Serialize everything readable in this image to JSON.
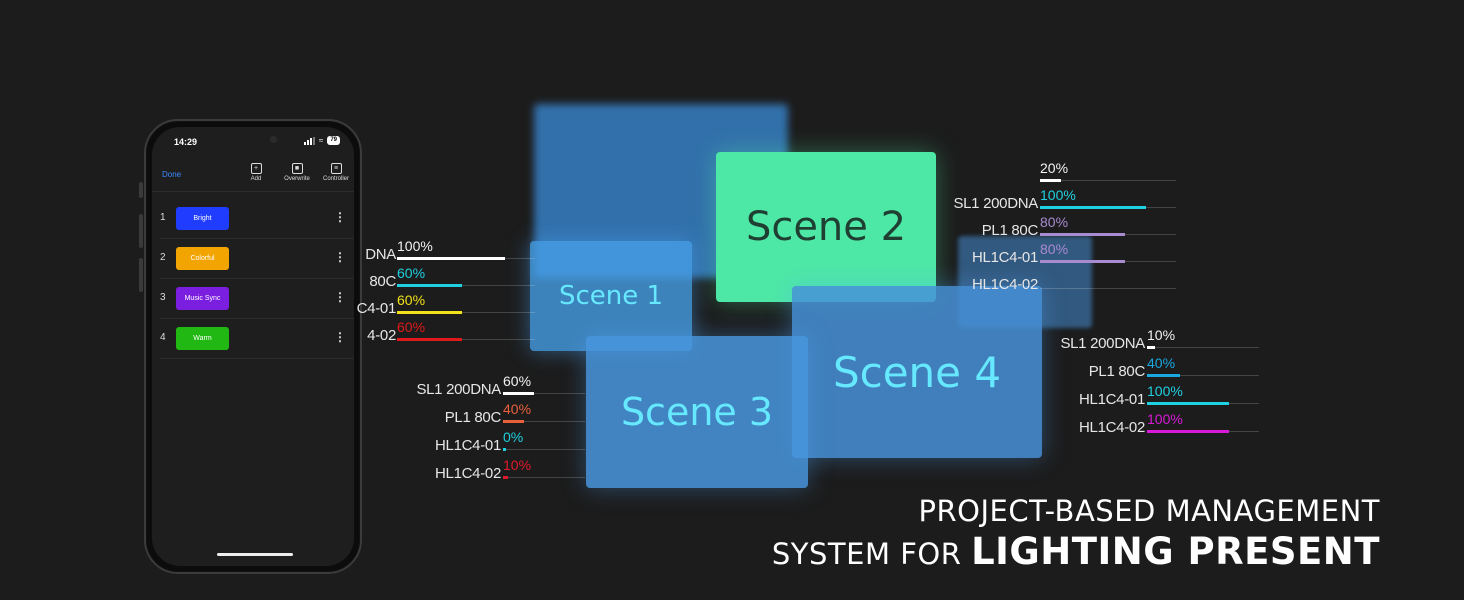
{
  "phone": {
    "time": "14:29",
    "battery": "79",
    "toolbar": {
      "done": "Done",
      "add": "Add",
      "overwrite": "Overwrite",
      "controller": "Controller"
    },
    "scenes": [
      {
        "num": "1",
        "label": "Bright",
        "color": "#1f3cff"
      },
      {
        "num": "2",
        "label": "Colorful",
        "color": "#f2a500"
      },
      {
        "num": "3",
        "label": "Music Sync",
        "color": "#7a1fe0"
      },
      {
        "num": "4",
        "label": "Warm",
        "color": "#22b814"
      }
    ]
  },
  "scene_cards": {
    "s1": "Scene 1",
    "s2": "Scene 2",
    "s3": "Scene 3",
    "s4": "Scene 4"
  },
  "lights": {
    "scene1": [
      {
        "name": "DNA",
        "pct": "100%",
        "value": 100,
        "color": "#ffffff"
      },
      {
        "name": "80C",
        "pct": "60%",
        "value": 60,
        "color": "#1fd1e0"
      },
      {
        "name": "C4-01",
        "pct": "60%",
        "value": 60,
        "color": "#f0e11a"
      },
      {
        "name": "4-02",
        "pct": "60%",
        "value": 60,
        "color": "#e01a1a"
      }
    ],
    "scene2": [
      {
        "name": "",
        "pct": "20%",
        "value": 20,
        "color": "#ffffff"
      },
      {
        "name": "SL1 200DNA",
        "pct": "100%",
        "value": 100,
        "color": "#1fd1e0"
      },
      {
        "name": "PL1 80C",
        "pct": "80%",
        "value": 80,
        "color": "#a98bd1"
      },
      {
        "name": "HL1C4-01",
        "pct": "80%",
        "value": 80,
        "color": "#a98bd1"
      },
      {
        "name": "HL1C4-02",
        "pct": "",
        "value": 0,
        "color": "#a98bd1"
      }
    ],
    "scene3": [
      {
        "name": "SL1 200DNA",
        "pct": "60%",
        "value": 60,
        "color": "#ffffff"
      },
      {
        "name": "PL1 80C",
        "pct": "40%",
        "value": 40,
        "color": "#e8603a"
      },
      {
        "name": "HL1C4-01",
        "pct": "0%",
        "value": 0,
        "color": "#1fd1e0"
      },
      {
        "name": "HL1C4-02",
        "pct": "10%",
        "value": 10,
        "color": "#e01a2a"
      }
    ],
    "scene4": [
      {
        "name": "SL1 200DNA",
        "pct": "10%",
        "value": 10,
        "color": "#ffffff"
      },
      {
        "name": "PL1 80C",
        "pct": "40%",
        "value": 40,
        "color": "#1aa8e0"
      },
      {
        "name": "HL1C4-01",
        "pct": "100%",
        "value": 100,
        "color": "#1fd1e0"
      },
      {
        "name": "HL1C4-02",
        "pct": "100%",
        "value": 100,
        "color": "#d81ad8"
      }
    ]
  },
  "headline": {
    "line1": "PROJECT-BASED MANAGEMENT",
    "line2_prefix": "SYSTEM FOR ",
    "line2_bold": "LIGHTING PRESENT"
  }
}
